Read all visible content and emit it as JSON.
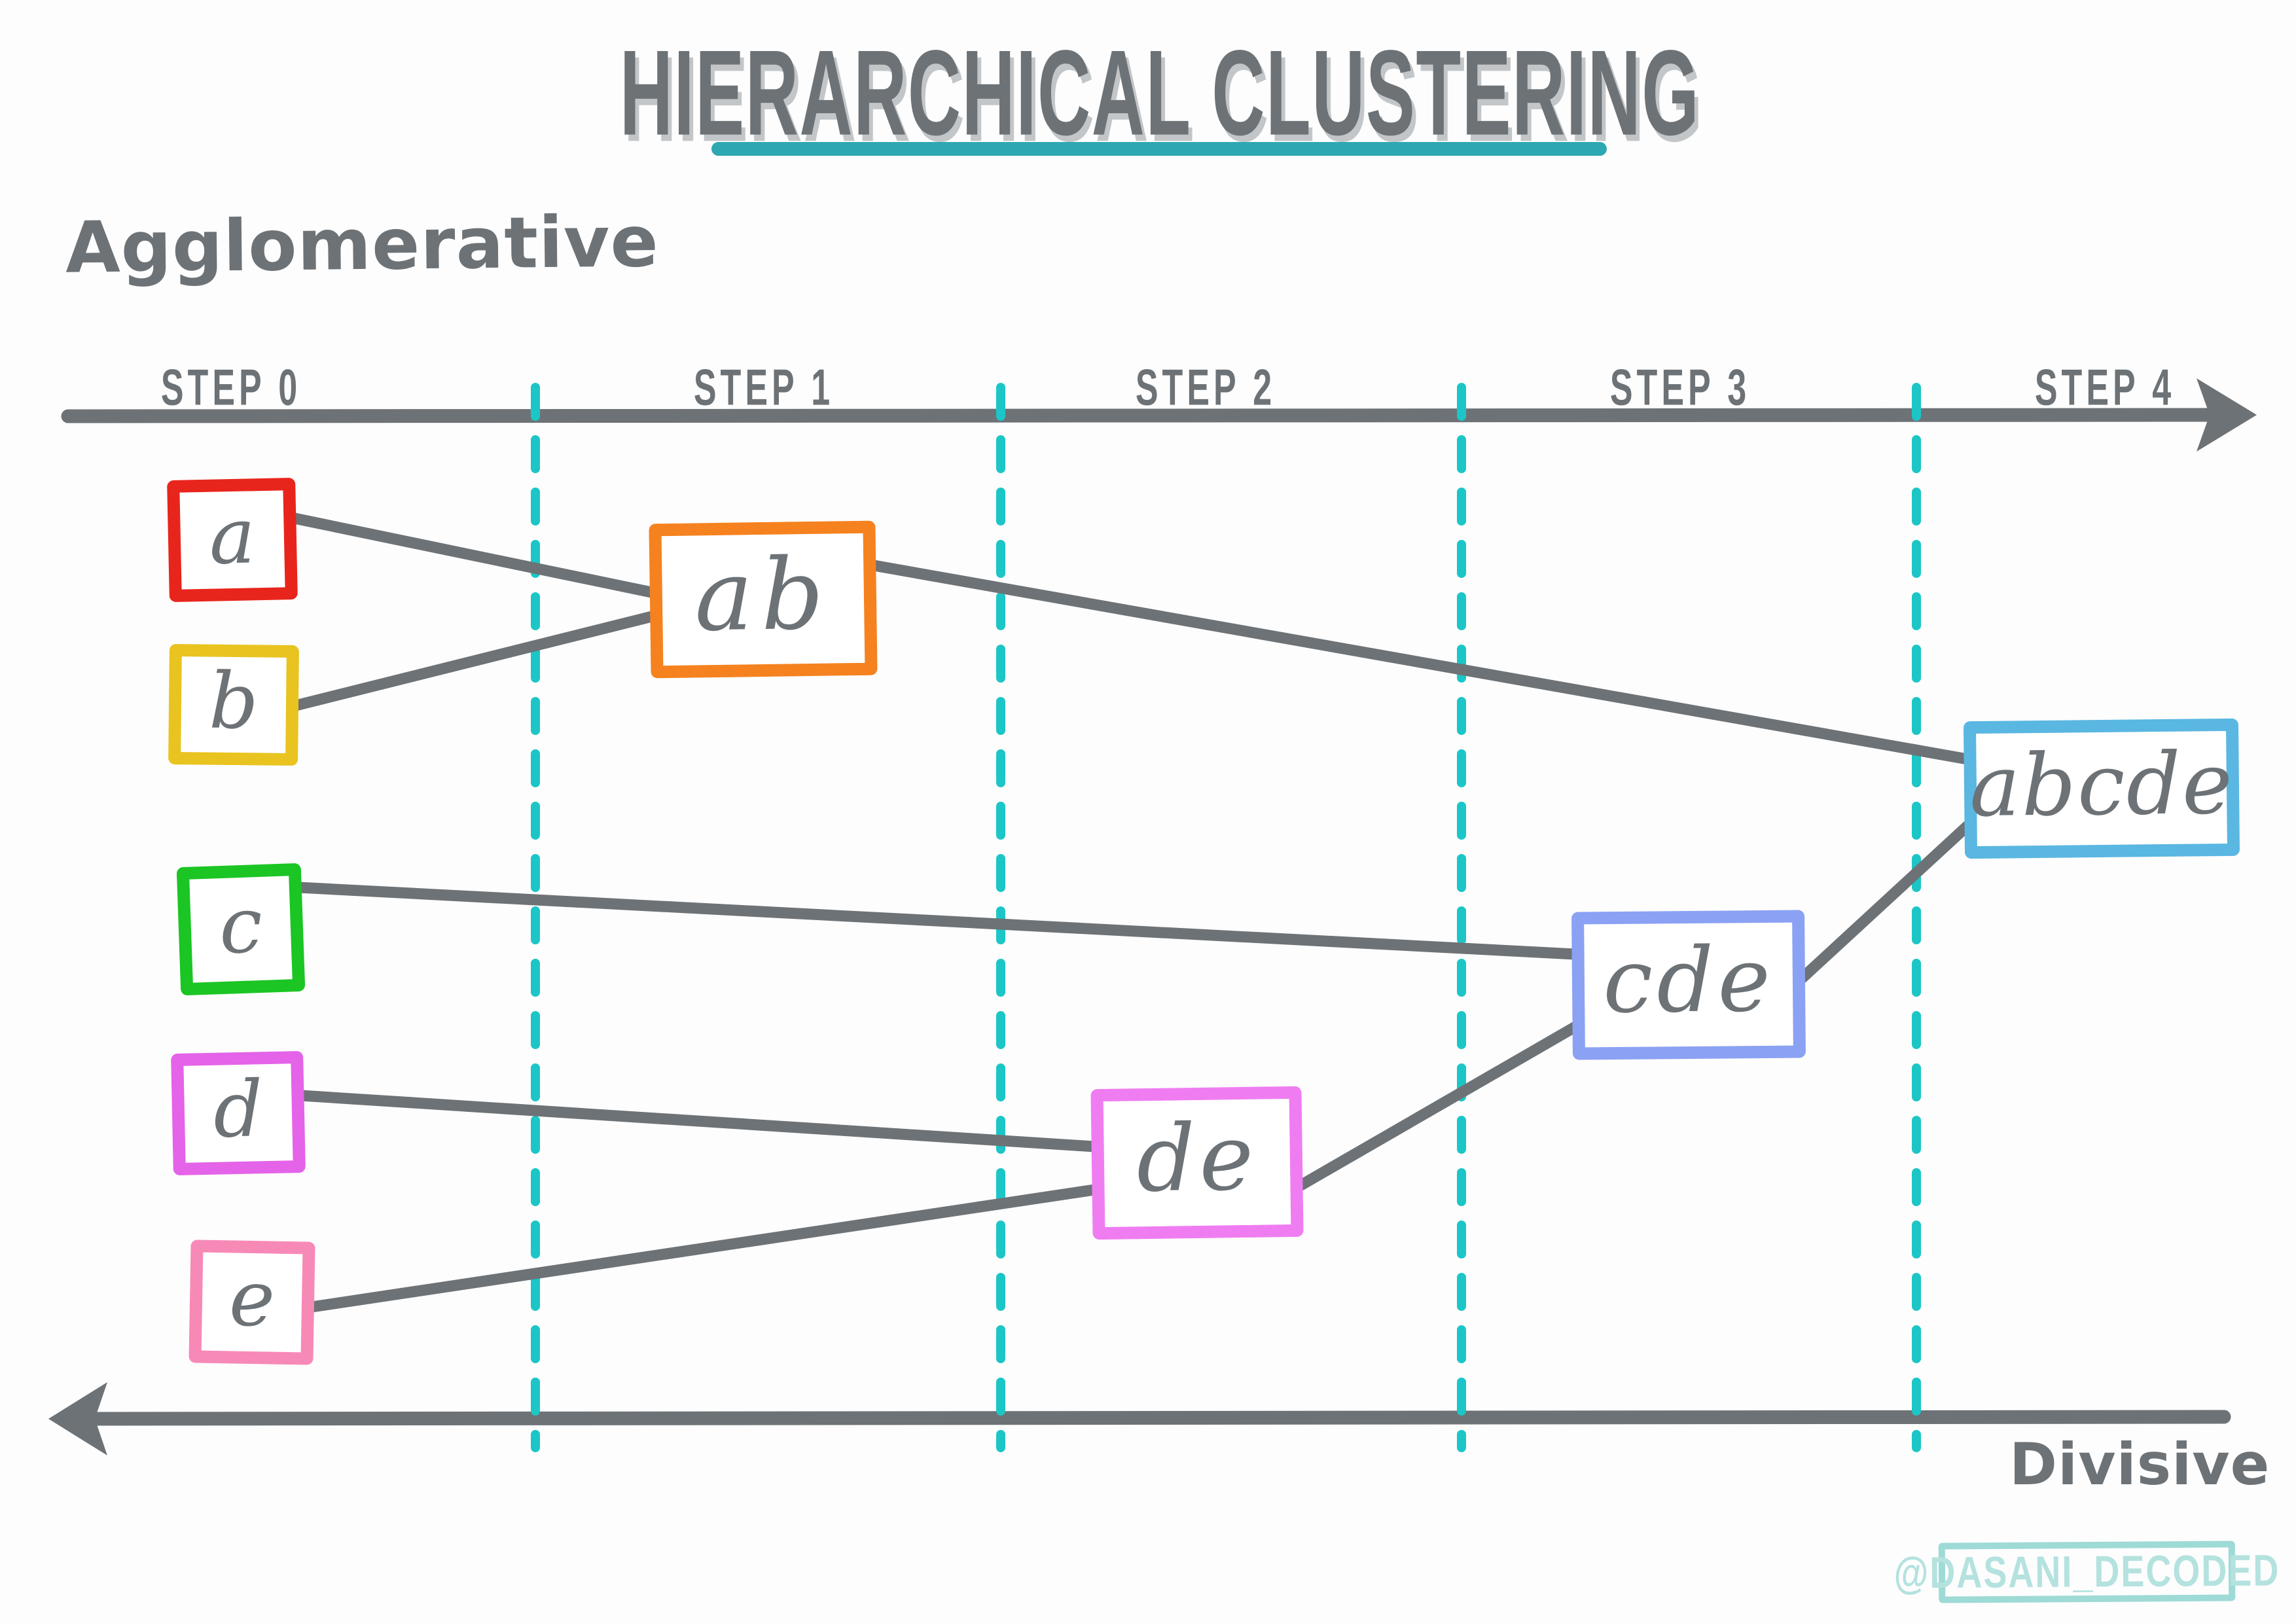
{
  "title": {
    "text": "HIERARCHICAL CLUSTERING"
  },
  "labels": {
    "agglomerative": "Agglomerative",
    "divisive": "Divisive"
  },
  "timeline": {
    "steps": [
      "STEP 0",
      "STEP 1",
      "STEP 2",
      "STEP 3",
      "STEP 4"
    ]
  },
  "nodes": {
    "a": {
      "label": "a",
      "color": "#e8251c"
    },
    "b": {
      "label": "b",
      "color": "#e9c31f"
    },
    "c": {
      "label": "c",
      "color": "#1bc524"
    },
    "d": {
      "label": "d",
      "color": "#e463e8"
    },
    "e": {
      "label": "e",
      "color": "#f789b7"
    },
    "ab": {
      "label": "ab",
      "color": "#f5821f"
    },
    "de": {
      "label": "de",
      "color": "#ef7df1"
    },
    "cde": {
      "label": "cde",
      "color": "#8ba1f3"
    },
    "abcde": {
      "label": "abcde",
      "color": "#5ab7e1"
    }
  },
  "edges": [
    {
      "from": "a",
      "to": "ab"
    },
    {
      "from": "b",
      "to": "ab"
    },
    {
      "from": "ab",
      "to": "abcde"
    },
    {
      "from": "c",
      "to": "cde"
    },
    {
      "from": "d",
      "to": "de"
    },
    {
      "from": "e",
      "to": "de"
    },
    {
      "from": "de",
      "to": "cde"
    },
    {
      "from": "cde",
      "to": "abcde"
    }
  ],
  "watermark": {
    "text": "@DASANI_DECODED"
  },
  "colors": {
    "ink": "#6d7276",
    "underline_teal": "#2da7b2",
    "divider_teal": "#1cc6c6",
    "watermark_border": "#9edad6",
    "watermark_text": "#b4e2df"
  }
}
